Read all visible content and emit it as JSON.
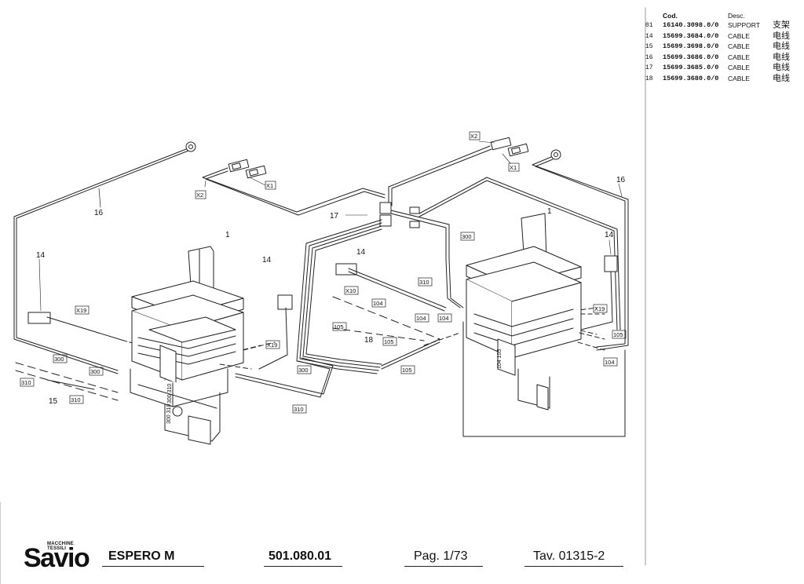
{
  "parts_table": {
    "header": {
      "pos": "",
      "code": "Cod.",
      "desc": "Desc."
    },
    "rows": [
      {
        "pos": "01",
        "code": "16140.3098.0/0",
        "desc": "SUPPORT",
        "cn": "支架"
      },
      {
        "pos": "14",
        "code": "15699.3684.0/0",
        "desc": "CABLE",
        "cn": "电线"
      },
      {
        "pos": "15",
        "code": "15699.3698.0/0",
        "desc": "CABLE",
        "cn": "电线"
      },
      {
        "pos": "16",
        "code": "15699.3686.0/0",
        "desc": "CABLE",
        "cn": "电线"
      },
      {
        "pos": "17",
        "code": "15699.3685.0/0",
        "desc": "CABLE",
        "cn": "电线"
      },
      {
        "pos": "18",
        "code": "15699.3680.0/0",
        "desc": "CABLE",
        "cn": "电线"
      }
    ]
  },
  "diagram": {
    "callouts": [
      "1",
      "1",
      "14",
      "14",
      "14",
      "14",
      "15",
      "16",
      "16",
      "17",
      "18"
    ],
    "boxed_labels": [
      "X2",
      "X1",
      "X2",
      "X1",
      "X19",
      "X19",
      "X19",
      "X10",
      "300",
      "300",
      "300",
      "300",
      "310",
      "310",
      "310",
      "310",
      "104",
      "104",
      "104",
      "104",
      "105",
      "105",
      "105",
      "105"
    ],
    "vertical_labels": [
      "300 310",
      "300 310",
      "104 105"
    ]
  },
  "title_block": {
    "logo_tagline": "MACCHINE TESSILI",
    "logo_word": "Savio",
    "machine": "ESPERO M",
    "drawing_number": "501.080.01",
    "page": "Pag. 1/73",
    "table_ref": "Tav. 01315-2"
  }
}
